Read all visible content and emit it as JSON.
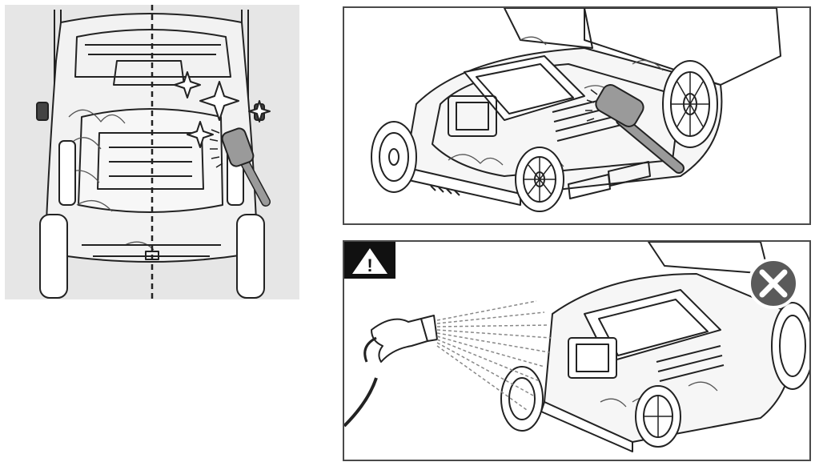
{
  "figure": {
    "panels": [
      {
        "id": "front-view",
        "depicts": "lawn-mower-top-view-brush-cleaning"
      },
      {
        "id": "brush-view",
        "depicts": "lawn-mower-brush-cleaning"
      },
      {
        "id": "hose-view",
        "depicts": "lawn-mower-hose-spray-prohibited"
      }
    ],
    "warning": {
      "icon": "warning-triangle-icon",
      "symbol": "!"
    },
    "prohibited": {
      "icon": "prohibited-x-icon"
    }
  },
  "colors": {
    "line": "#222222",
    "panel_bg": "#e6e6e6",
    "brush": "#9a9a9a",
    "prohibit": "#5a5a5a",
    "warn_bg": "#111111"
  }
}
